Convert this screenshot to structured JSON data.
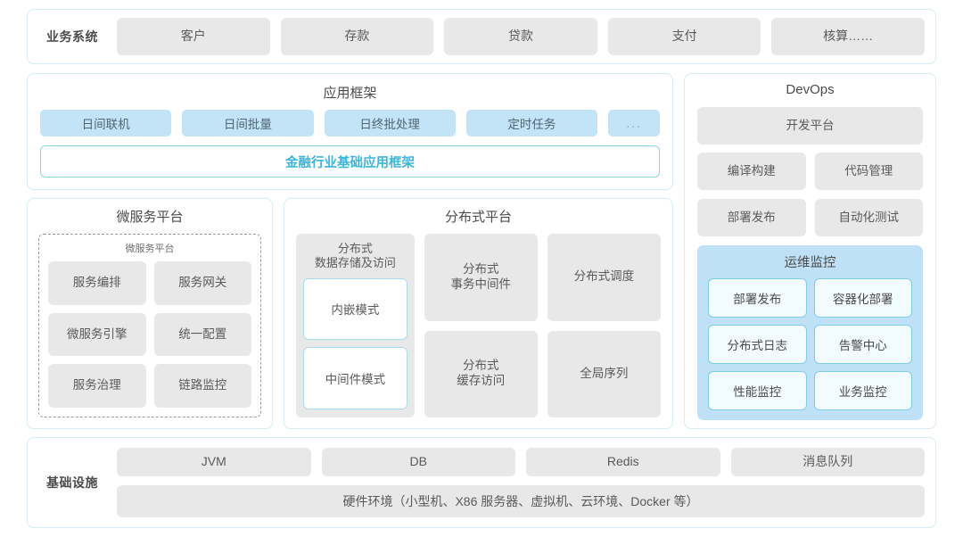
{
  "business_systems": {
    "label": "业务系统",
    "items": [
      "客户",
      "存款",
      "贷款",
      "支付",
      "核算……"
    ]
  },
  "app_framework": {
    "title": "应用框架",
    "tiles": [
      "日间联机",
      "日间批量",
      "日终批处理",
      "定时任务",
      "..."
    ],
    "framework_bar": "金融行业基础应用框架"
  },
  "microservice_platform": {
    "title": "微服务平台",
    "inner_label": "微服务平台",
    "items": [
      "服务编排",
      "服务网关",
      "微服务引擎",
      "统一配置",
      "服务治理",
      "链路监控"
    ]
  },
  "distributed_platform": {
    "title": "分布式平台",
    "storage_card": {
      "heading": "分布式\n数据存储及访问",
      "heading_line1": "分布式",
      "heading_line2": "数据存储及访问",
      "sub_items": [
        "内嵌模式",
        "中间件模式"
      ]
    },
    "tiles": [
      {
        "line1": "分布式",
        "line2": "事务中间件"
      },
      {
        "line1": "分布式调度",
        "line2": ""
      },
      {
        "line1": "分布式",
        "line2": "缓存访问"
      },
      {
        "line1": "全局序列",
        "line2": ""
      }
    ]
  },
  "devops": {
    "title": "DevOps",
    "platform": "开发平台",
    "items": [
      "编译构建",
      "代码管理",
      "部署发布",
      "自动化测试"
    ],
    "ops_monitor": {
      "title": "运维监控",
      "items": [
        "部署发布",
        "容器化部署",
        "分布式日志",
        "告警中心",
        "性能监控",
        "业务监控"
      ]
    }
  },
  "infrastructure": {
    "label": "基础设施",
    "items": [
      "JVM",
      "DB",
      "Redis",
      "消息队列"
    ],
    "hardware": "硬件环境（小型机、X86 服务器、虚拟机、云环境、Docker 等）"
  },
  "colors": {
    "border": "#d4ecf3",
    "tile_gray": "#e8e8e8",
    "tile_blue": "#c3e3f6",
    "accent_cyan": "#3bb6dd",
    "ops_panel": "#bfe1f7"
  }
}
